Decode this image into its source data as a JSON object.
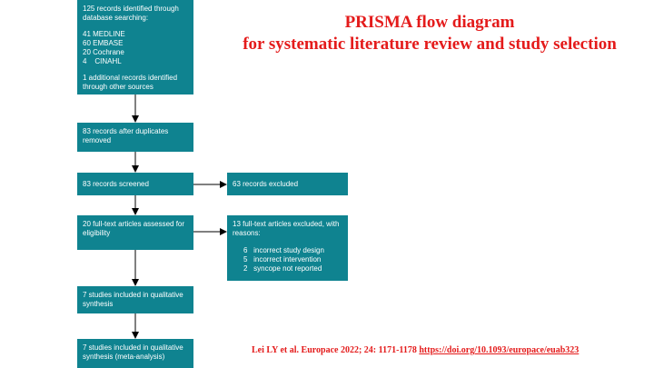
{
  "title": {
    "line1": "PRISMA flow diagram",
    "line2": "for systematic literature review and study selection"
  },
  "boxes": {
    "identified": {
      "lines": [
        "125 records identified through",
        "database searching:"
      ],
      "sources": [
        "41 MEDLINE",
        "60 EMBASE",
        "20 Cochrane",
        "4    CINAHL"
      ],
      "additional": [
        "1 additional records identified",
        "through other sources"
      ]
    },
    "after_duplicates": {
      "lines": [
        "83 records after duplicates",
        "removed"
      ]
    },
    "screened": {
      "lines": [
        "83 records screened"
      ]
    },
    "excluded": {
      "lines": [
        "63 records excluded"
      ]
    },
    "fulltext_assessed": {
      "lines": [
        "20 full-text articles assessed for",
        "eligibility"
      ]
    },
    "fulltext_excluded": {
      "lines": [
        "13 full-text articles excluded, with",
        "reasons:"
      ],
      "reasons": [
        {
          "count": "6",
          "reason": "incorrect study design"
        },
        {
          "count": "5",
          "reason": "incorrect intervention"
        },
        {
          "count": "2",
          "reason": "syncope not reported"
        }
      ]
    },
    "qualitative": {
      "lines": [
        "7 studies included in qualitative",
        "synthesis"
      ]
    },
    "quantitative": {
      "lines": [
        "7 studies included in qualitative",
        "synthesis (meta-analysis)"
      ]
    }
  },
  "citation": {
    "text": "Lei LY et al. Europace 2022; 24: 1171-1178 ",
    "link": "https://doi.org/10.1093/europace/euab323"
  },
  "colors": {
    "box": "#0f8390",
    "title": "#e41b1b"
  }
}
